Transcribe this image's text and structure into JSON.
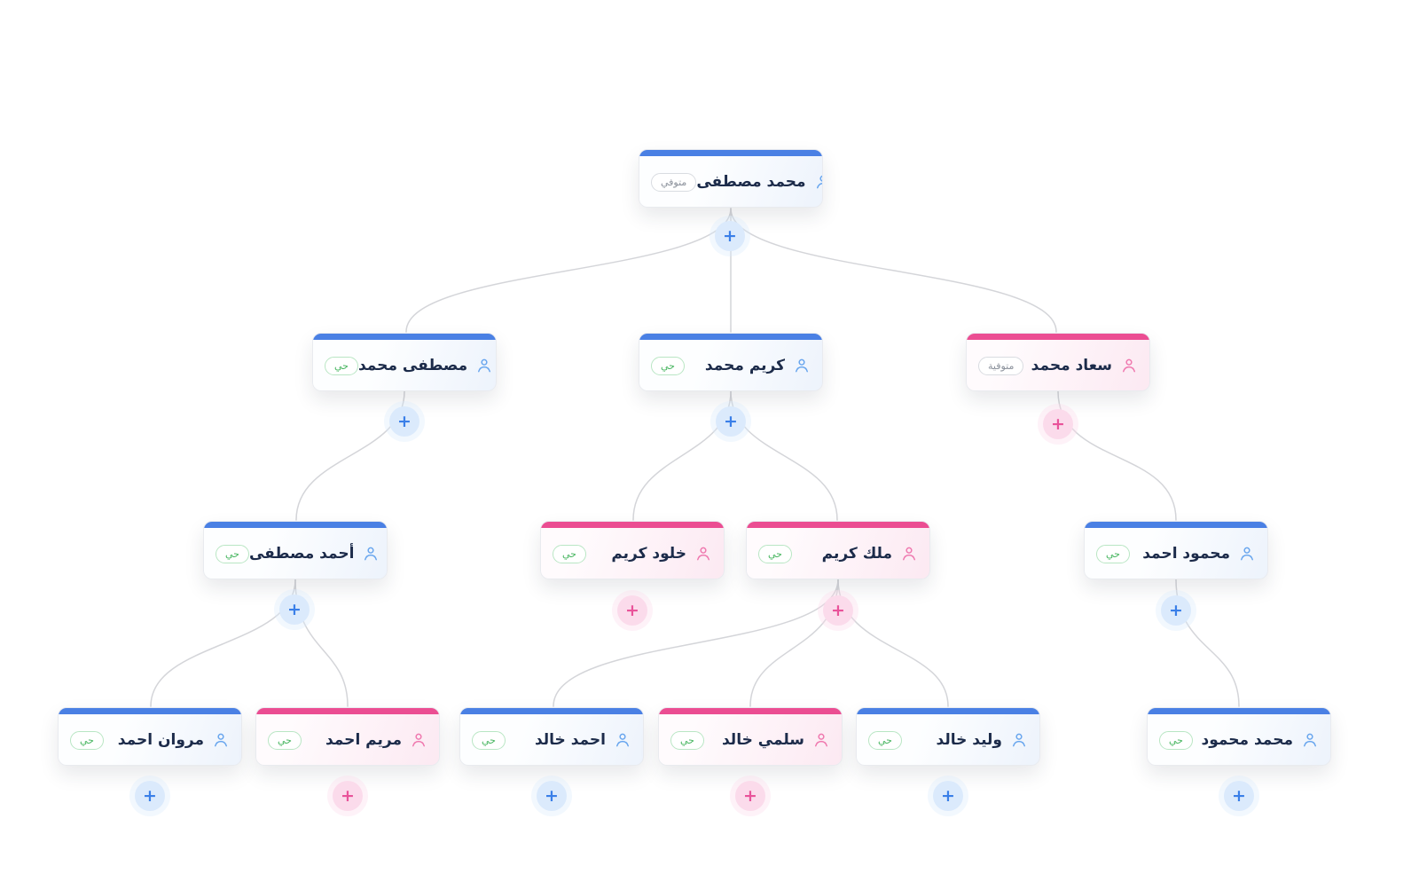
{
  "diagram": {
    "type": "family-tree",
    "direction": "rtl",
    "background": "#ffffff",
    "line_color": "#d4d5d9"
  },
  "colors": {
    "male_accent": "#4a80e4",
    "female_accent": "#eb4d92",
    "alive_badge_text": "#43b45c",
    "deceased_badge_text": "#8b919b",
    "name_text": "#1c2b4a",
    "plus_male_bg": "#dbeafc",
    "plus_male_text": "#3a7fe8",
    "plus_female_bg": "#fbdbeb",
    "plus_female_text": "#e9539a"
  },
  "ui": {
    "plus_label": "+",
    "person_icon": "person-icon"
  },
  "nodes": [
    {
      "id": "n0",
      "name": "محمد مصطفى",
      "gender": "male",
      "status": "deceased",
      "status_label": "متوفي",
      "children": [
        "n1",
        "n2",
        "n3"
      ]
    },
    {
      "id": "n1",
      "name": "مصطفى محمد",
      "gender": "male",
      "status": "alive",
      "status_label": "حي",
      "children": [
        "n4"
      ]
    },
    {
      "id": "n2",
      "name": "كريم محمد",
      "gender": "male",
      "status": "alive",
      "status_label": "حي",
      "children": [
        "n5",
        "n6"
      ]
    },
    {
      "id": "n3",
      "name": "سعاد محمد",
      "gender": "female",
      "status": "deceased",
      "status_label": "متوفية",
      "children": [
        "n7"
      ]
    },
    {
      "id": "n4",
      "name": "أحمد مصطفى",
      "gender": "male",
      "status": "alive",
      "status_label": "حي",
      "children": [
        "n8",
        "n9"
      ]
    },
    {
      "id": "n5",
      "name": "خلود كريم",
      "gender": "female",
      "status": "alive",
      "status_label": "حي",
      "children": []
    },
    {
      "id": "n6",
      "name": "ملك كريم",
      "gender": "female",
      "status": "alive",
      "status_label": "حي",
      "children": [
        "n10",
        "n11",
        "n12"
      ]
    },
    {
      "id": "n7",
      "name": "محمود احمد",
      "gender": "male",
      "status": "alive",
      "status_label": "حي",
      "children": [
        "n13"
      ]
    },
    {
      "id": "n8",
      "name": "مروان احمد",
      "gender": "male",
      "status": "alive",
      "status_label": "حي",
      "children": []
    },
    {
      "id": "n9",
      "name": "مريم احمد",
      "gender": "female",
      "status": "alive",
      "status_label": "حي",
      "children": []
    },
    {
      "id": "n10",
      "name": "احمد خالد",
      "gender": "male",
      "status": "alive",
      "status_label": "حي",
      "children": []
    },
    {
      "id": "n11",
      "name": "سلمي خالد",
      "gender": "female",
      "status": "alive",
      "status_label": "حي",
      "children": []
    },
    {
      "id": "n12",
      "name": "وليد خالد",
      "gender": "male",
      "status": "alive",
      "status_label": "حي",
      "children": []
    },
    {
      "id": "n13",
      "name": "محمد محمود",
      "gender": "male",
      "status": "alive",
      "status_label": "حي",
      "children": []
    }
  ]
}
